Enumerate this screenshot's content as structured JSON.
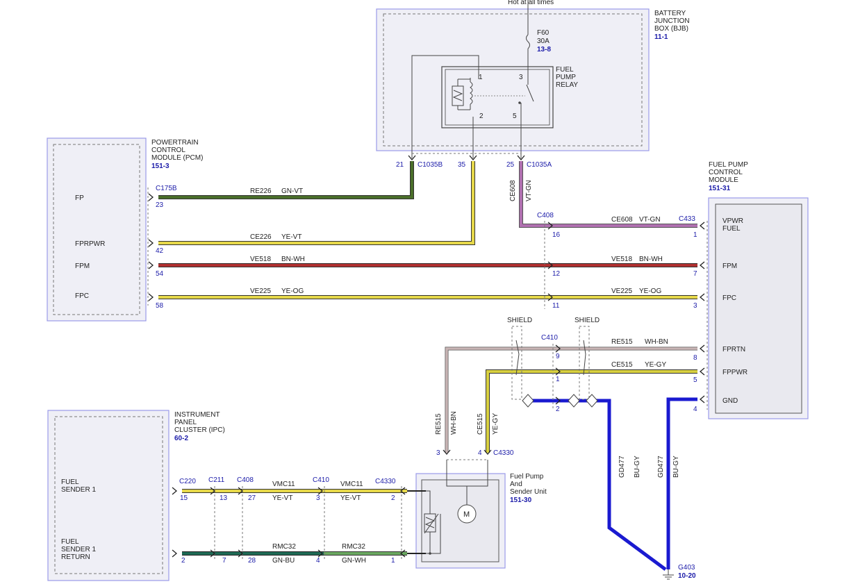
{
  "colors": {
    "module_border": "#9a9ae8",
    "module_fill": "#efeff6",
    "ref_text": "#1a1aa8",
    "wire_gn_vt": "#4a6e2a",
    "wire_ye_vt": "#e6d84a",
    "wire_vt_gn": "#b070b0",
    "wire_bn_wh": "#b03030",
    "wire_ye_og": "#e6d84a",
    "wire_wh_bn": "#c8b4b4",
    "wire_ye_gy": "#d8d040",
    "wire_bu_gy": "#1a1ad0",
    "wire_gn_bu": "#1f6a55",
    "wire_gn_wh": "#6aa860"
  },
  "top_note": "Hot at all times",
  "modules": {
    "bjb": {
      "name_lines": [
        "BATTERY",
        "JUNCTION",
        "BOX (BJB)"
      ],
      "ref": "11-1"
    },
    "pcm": {
      "name_lines": [
        "POWERTRAIN",
        "CONTROL",
        "MODULE (PCM)"
      ],
      "ref": "151-3",
      "pins": [
        "FP",
        "FPRPWR",
        "FPM",
        "FPC"
      ]
    },
    "fpcm": {
      "name_lines": [
        "FUEL PUMP",
        "CONTROL",
        "MODULE"
      ],
      "ref": "151-31",
      "pins": [
        "VPWR",
        "FUEL",
        "FPM",
        "FPC",
        "FPRTN",
        "FPPWR",
        "GND"
      ]
    },
    "ipc": {
      "name_lines": [
        "INSTRUMENT",
        "PANEL",
        "CLUSTER (IPC)"
      ],
      "ref": "60-2",
      "pins": [
        [
          "FUEL",
          "SENDER 1"
        ],
        [
          "FUEL",
          "SENDER 1",
          "RETURN"
        ]
      ]
    },
    "fpsu": {
      "name_lines": [
        "Fuel Pump",
        "And",
        "Sender Unit"
      ],
      "ref": "151-30",
      "motor": "M"
    }
  },
  "fuse": {
    "id": "F60",
    "rating": "30A",
    "ref": "13-8"
  },
  "relay": {
    "name_lines": [
      "FUEL",
      "PUMP",
      "RELAY"
    ],
    "pins": [
      "1",
      "3",
      "2",
      "5"
    ]
  },
  "connectors": {
    "c1035b": "C1035B",
    "c1035a": "C1035A",
    "c175b": "C175B",
    "c408": "C408",
    "c433": "C433",
    "c410": "C410",
    "c4330": "C4330",
    "c220": "C220",
    "c211": "C211"
  },
  "pin_numbers": {
    "bjb_21": "21",
    "bjb_35": "35",
    "bjb_25": "25",
    "pcm_23": "23",
    "pcm_42": "42",
    "pcm_54": "54",
    "pcm_58": "58",
    "c408_16": "16",
    "c408_12": "12",
    "c408_11": "11",
    "fpcm_1": "1",
    "fpcm_7": "7",
    "fpcm_3": "3",
    "fpcm_8": "8",
    "fpcm_5": "5",
    "fpcm_4": "4",
    "c410_9": "9",
    "c410_1": "1",
    "c410_2": "2",
    "c4330_3": "3",
    "c4330_4": "4",
    "c4330_2": "2",
    "c4330_1": "1",
    "c220_15": "15",
    "c220_2": "2",
    "c211_13": "13",
    "c211_7": "7",
    "c408_27": "27",
    "c408_28": "28",
    "c410_3": "3",
    "c410_4": "4"
  },
  "wires": {
    "re226": {
      "circuit": "RE226",
      "color": "GN-VT"
    },
    "ce226": {
      "circuit": "CE226",
      "color": "YE-VT"
    },
    "ce608_vert": {
      "circuit": "CE608",
      "color": "VT-GN"
    },
    "ce608": {
      "circuit": "CE608",
      "color": "VT-GN"
    },
    "ve518_a": {
      "circuit": "VE518",
      "color": "BN-WH"
    },
    "ve518_b": {
      "circuit": "VE518",
      "color": "BN-WH"
    },
    "ve225_a": {
      "circuit": "VE225",
      "color": "YE-OG"
    },
    "ve225_b": {
      "circuit": "VE225",
      "color": "YE-OG"
    },
    "re515": {
      "circuit": "RE515",
      "color": "WH-BN"
    },
    "ce515": {
      "circuit": "CE515",
      "color": "YE-GY"
    },
    "re515_vert": {
      "circuit": "RE515",
      "color": "WH-BN"
    },
    "ce515_vert": {
      "circuit": "CE515",
      "color": "YE-GY"
    },
    "gd477_a": {
      "circuit": "GD477",
      "color": "BU-GY"
    },
    "gd477_b": {
      "circuit": "GD477",
      "color": "BU-GY"
    },
    "vmc11_a": {
      "circuit": "VMC11",
      "color": "YE-VT"
    },
    "vmc11_b": {
      "circuit": "VMC11",
      "color": "YE-VT"
    },
    "rmc32_a": {
      "circuit": "RMC32",
      "color": "GN-BU"
    },
    "rmc32_b": {
      "circuit": "RMC32",
      "color": "GN-WH"
    }
  },
  "shield_label": "SHIELD",
  "ground": {
    "id": "G403",
    "ref": "10-20"
  }
}
